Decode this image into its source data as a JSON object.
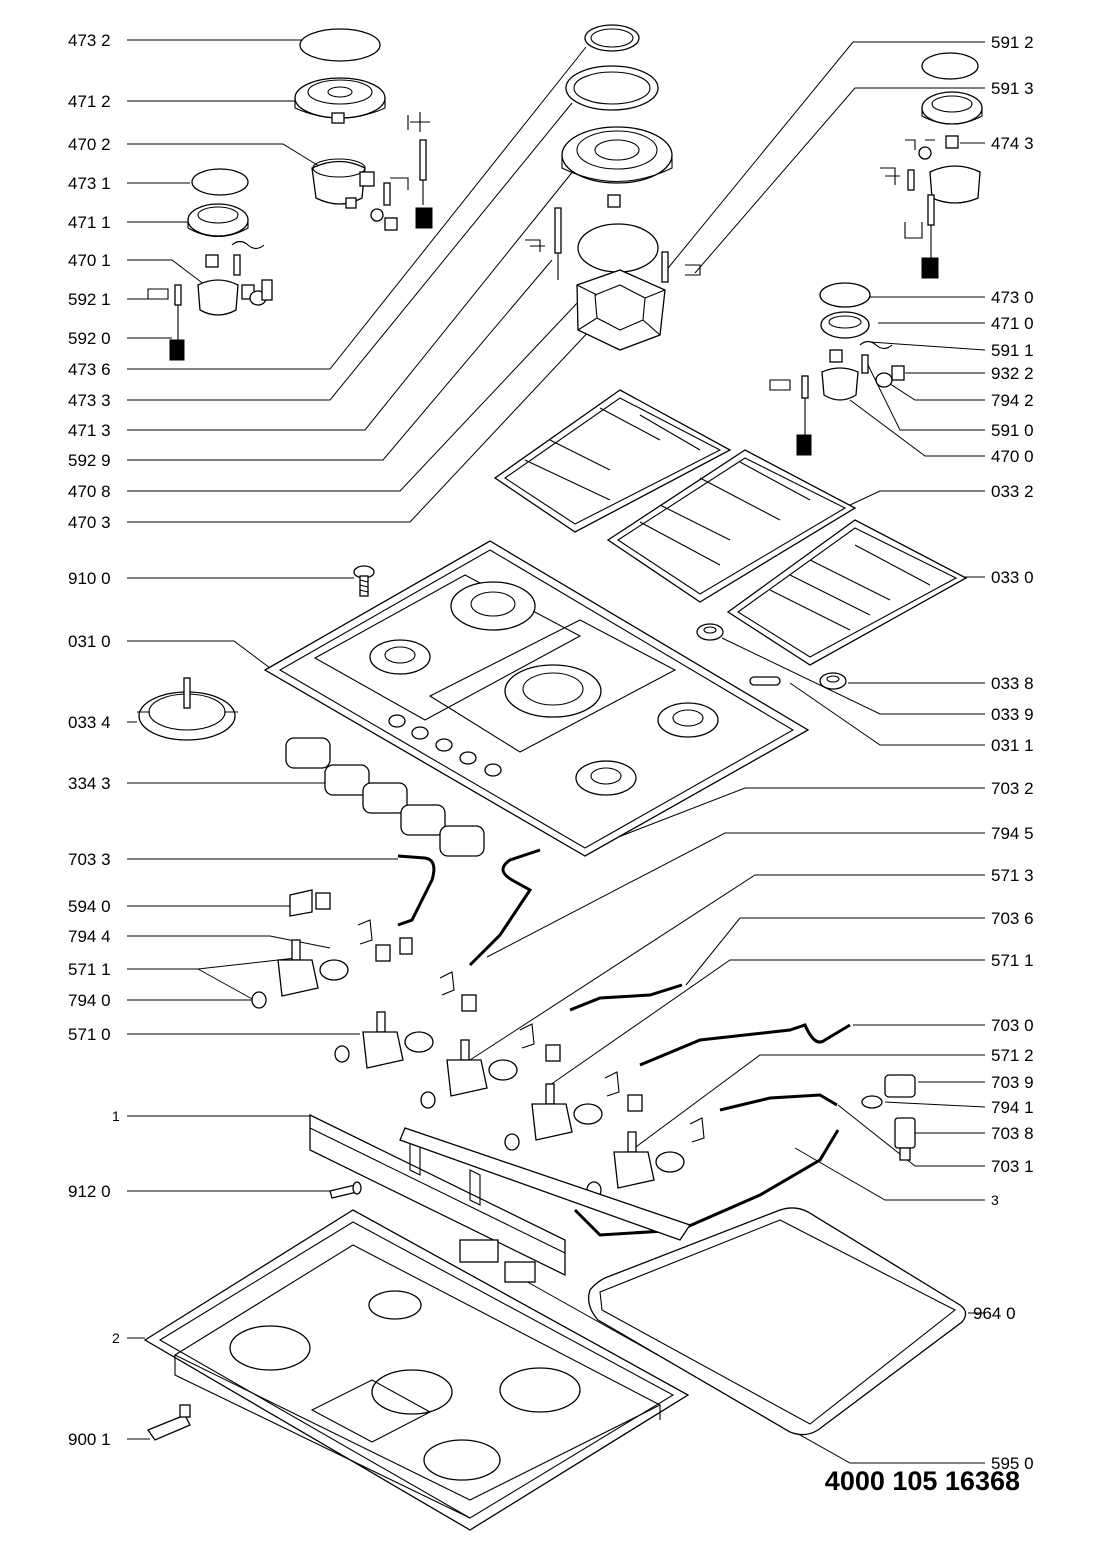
{
  "document_number": "4000 105 16368",
  "labels": {
    "l1": "473 2",
    "l2": "471 2",
    "l3": "470 2",
    "l4": "473 1",
    "l5": "471 1",
    "l6": "470 1",
    "l7": "592 1",
    "l8": "592 0",
    "l9": "473 6",
    "l10": "473 3",
    "l11": "471 3",
    "l12": "592 9",
    "l13": "470 8",
    "l14": "470 3",
    "l15": "910 0",
    "l16": "031 0",
    "l17": "033 4",
    "l18": "334 3",
    "l19": "703 3",
    "l20": "594 0",
    "l21": "794 4",
    "l22": "571 1",
    "l23": "794 0",
    "l24": "571 0",
    "l25": "1",
    "l26": "912 0",
    "l27": "2",
    "l28": "900 1",
    "r1": "591 2",
    "r2": "591 3",
    "r3": "474 3",
    "r4": "473 0",
    "r5": "471 0",
    "r6": "591 1",
    "r7": "932 2",
    "r8": "794 2",
    "r9": "591 0",
    "r10": "470 0",
    "r11": "033 2",
    "r12": "033 0",
    "r13": "033 8",
    "r14": "033 9",
    "r15": "031 1",
    "r16": "703 2",
    "r17": "794 5",
    "r18": "571 3",
    "r19": "703 6",
    "r20": "571 1",
    "r21": "703 0",
    "r22": "571 2",
    "r23": "703 9",
    "r24": "794 1",
    "r25": "703 8",
    "r26": "703 1",
    "r27": "3",
    "r28": "964 0",
    "r29": "595 0"
  }
}
